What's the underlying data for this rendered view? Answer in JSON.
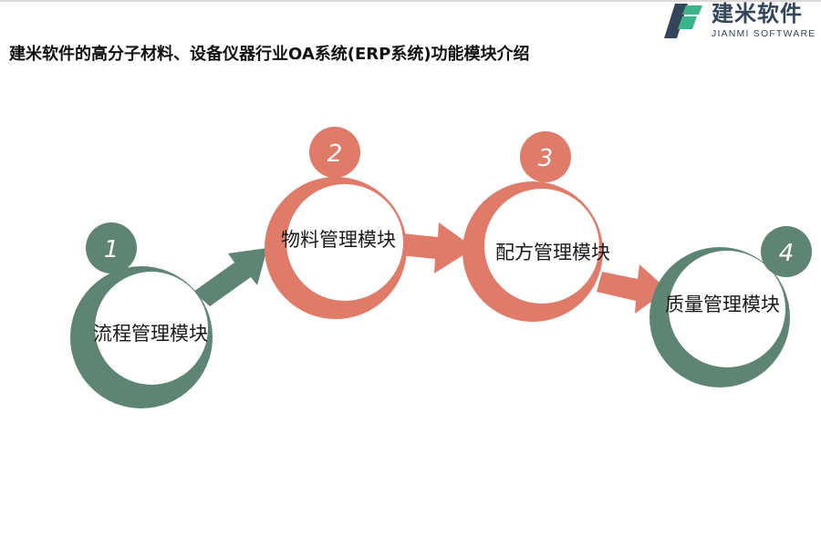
{
  "brand": {
    "name_cn": "建米软件",
    "name_en": "JIANMI SOFTWARE"
  },
  "title": "建米软件的高分子材料、设备仪器行业OA系统(ERP系统)功能模块介绍",
  "colors": {
    "green": "#5e8474",
    "salmon": "#e07a69",
    "logo_green": "#3bb48a",
    "logo_navy": "#33455a"
  },
  "steps": [
    {
      "number": "1",
      "label": "流程管理模块",
      "color": "green"
    },
    {
      "number": "2",
      "label": "物料管理模块",
      "color": "salmon"
    },
    {
      "number": "3",
      "label": "配方管理模块",
      "color": "salmon"
    },
    {
      "number": "4",
      "label": "质量管理模块",
      "color": "green"
    }
  ]
}
